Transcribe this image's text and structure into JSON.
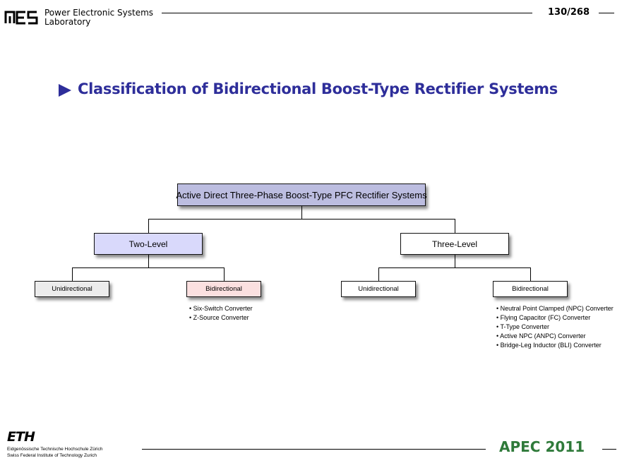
{
  "header": {
    "lab_name_line1": "Power Electronic Systems",
    "lab_name_line2": "Laboratory",
    "page_number": "130/268"
  },
  "title": {
    "text": "Classification of Bidirectional Boost-Type Rectifier Systems",
    "color": "#2e2e9a"
  },
  "diagram": {
    "root": "Active Direct Three-Phase Boost-Type PFC Rectifier Systems",
    "level1": [
      {
        "label": "Two-Level",
        "fill": "#d9d9fb"
      },
      {
        "label": "Three-Level",
        "fill": "#ffffff"
      }
    ],
    "two_level_children": [
      {
        "label": "Unidirectional",
        "fill": "#ececec"
      },
      {
        "label": "Bidirectional",
        "fill": "#fbe0e0"
      }
    ],
    "three_level_children": [
      {
        "label": "Unidirectional",
        "fill": "#ffffff"
      },
      {
        "label": "Bidirectional",
        "fill": "#ffffff"
      }
    ],
    "two_level_bidirectional_items": [
      "Six-Switch Converter",
      "Z-Source Converter"
    ],
    "three_level_bidirectional_items": [
      "Neutral Point Clamped (NPC) Converter",
      "Flying Capacitor (FC) Converter",
      "T-Type Converter",
      "Active NPC (ANPC) Converter",
      "Bridge-Leg Inductor (BLI) Converter"
    ]
  },
  "footer": {
    "eth_logo": "ETH",
    "eth_line1": "Eidgenössische Technische Hochschule Zürich",
    "eth_line2": "Swiss Federal Institute of Technology Zurich",
    "conference_name": "APEC",
    "conference_year": "2011",
    "conference_color": "#2f7a3a"
  },
  "icons": {
    "pes_logo": "pes-logo-icon",
    "title_marker": "triangle-right-icon"
  }
}
